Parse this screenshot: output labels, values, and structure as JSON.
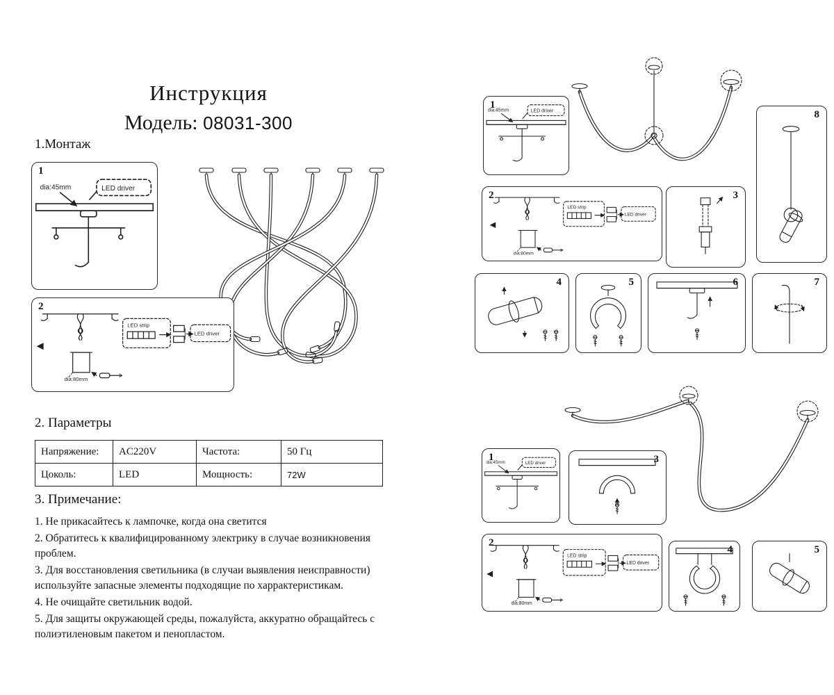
{
  "doc": {
    "title": "Инструкция",
    "model_label": "Модель:",
    "model_number": "08031-300",
    "section1": "1.Монтаж",
    "section2": "2. Параметры",
    "section3": "3. Примечание:"
  },
  "table": {
    "rows": [
      [
        "Напряжение:",
        "AC220V",
        "Частота:",
        "50 Гц"
      ],
      [
        "Цоколь:",
        "LED",
        "Мощность:",
        "72W"
      ]
    ]
  },
  "notes": [
    "1. Не прикасайтесь к лампочке, когда она светится",
    "2. Обратитесь к квалифицированному электрику в случае возникновения проблем.",
    "3. Для восстановления светильника (в случаи выявления неисправности) используйте запасные элементы подходящие по харрактеристикам.",
    "4. Не очищайте  светильник водой.",
    "5. Для защиты окружающей среды, пожалуйста, аккуратно обращайтесь с полиэтиленовым пакетом и пенопластом."
  ],
  "labels": {
    "dia45": "dia:45mm",
    "dia80": "dia:80mm",
    "led_driver": "LED driver",
    "led_strip": "LED strip"
  },
  "steps": {
    "l1": "1",
    "l2": "2",
    "a1": "1",
    "a2": "2",
    "a3": "3",
    "a4": "4",
    "a5": "5",
    "a6": "6",
    "a7": "7",
    "a8": "8",
    "b1": "1",
    "b2": "2",
    "b3": "3",
    "b4": "4",
    "b5": "5"
  }
}
